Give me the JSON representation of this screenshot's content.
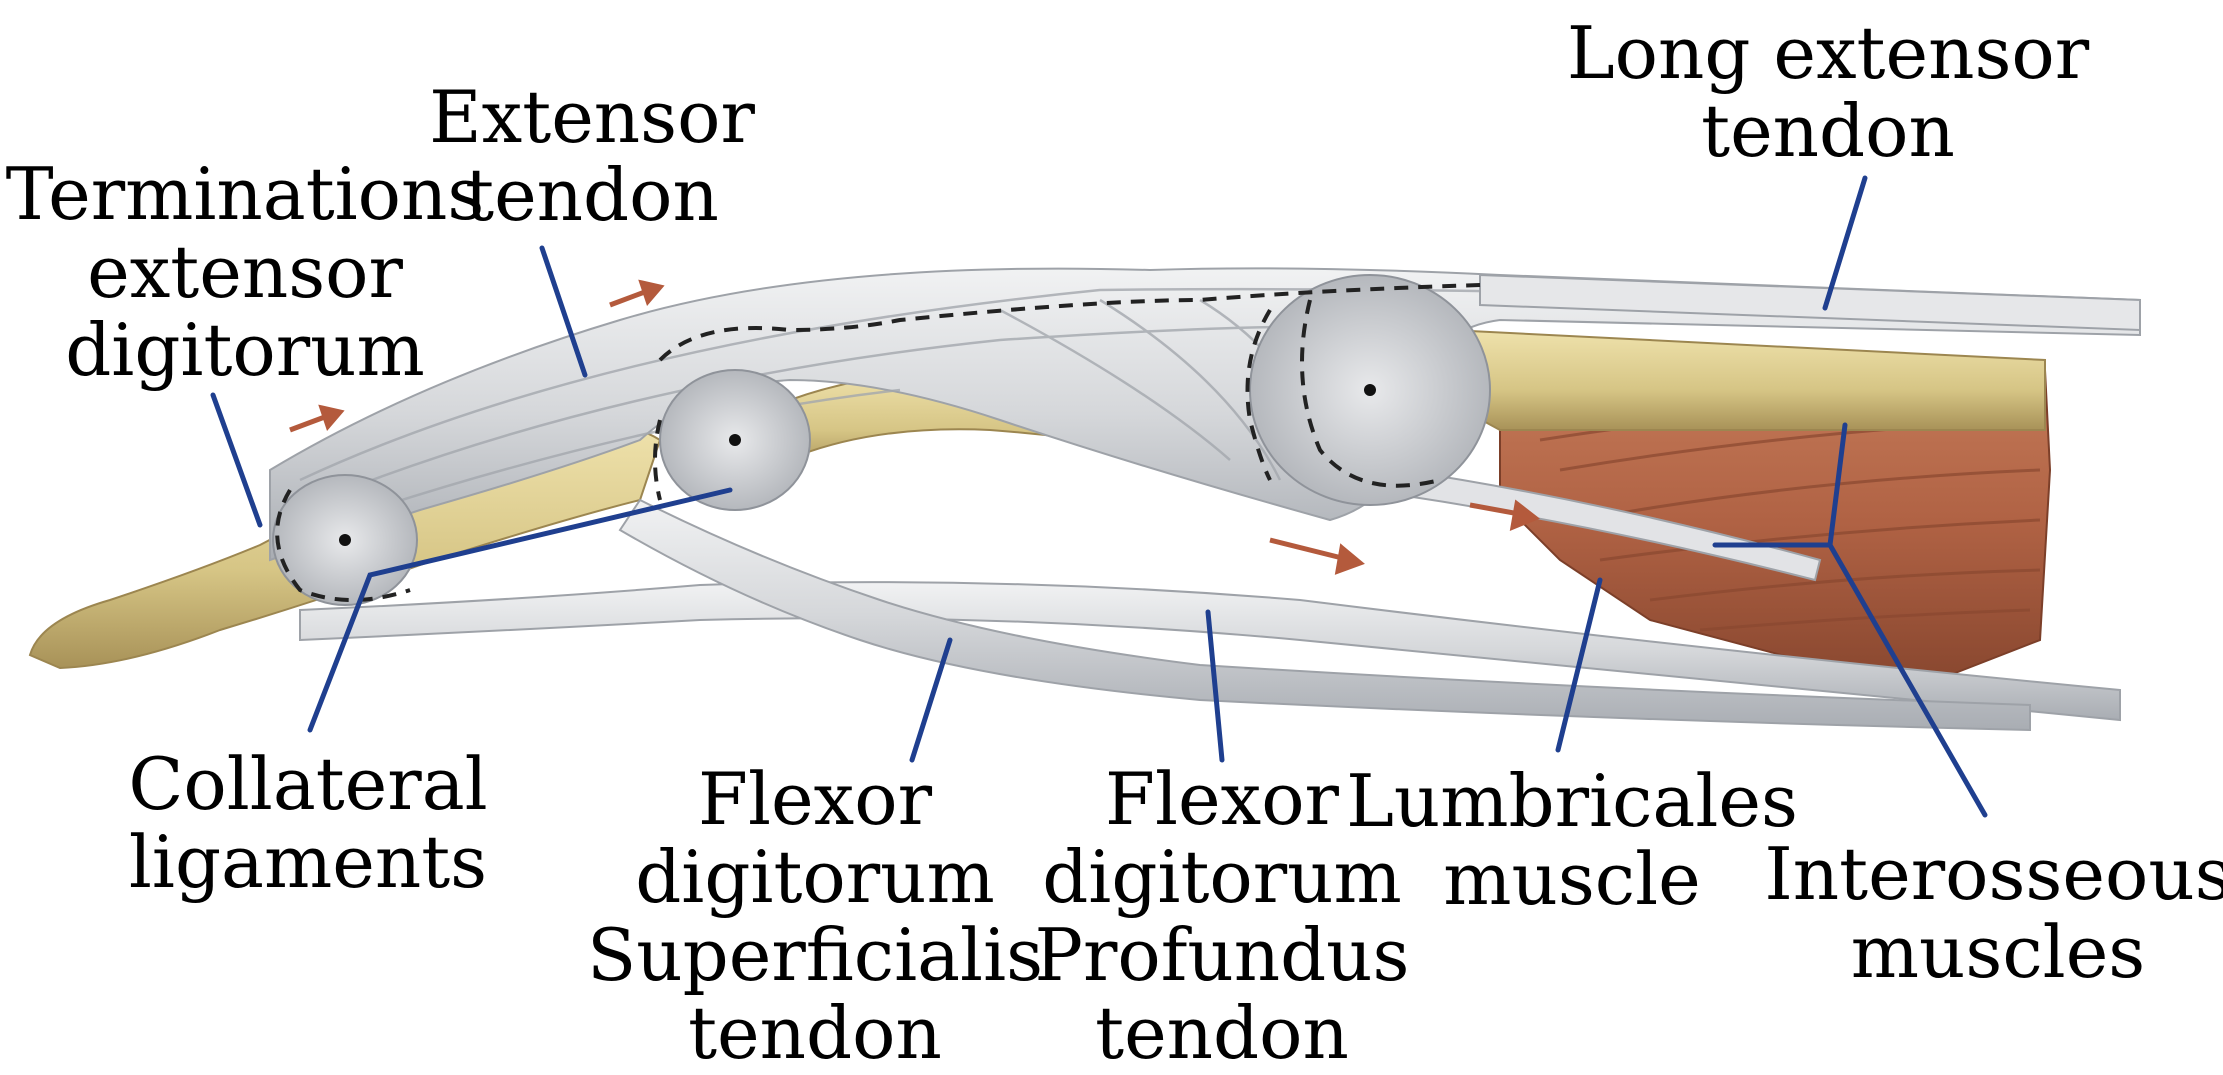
{
  "colors": {
    "leader_line": "#1f3f8f",
    "bone": "#d9c98a",
    "bone_shadow": "#a89258",
    "tendon": "#d7d9dc",
    "tendon_edge": "#9ea2a8",
    "muscle": "#b56848",
    "muscle_dark": "#8e4a31",
    "arrow": "#b45a3c"
  },
  "labels": {
    "terminations": [
      "Terminations",
      "extensor",
      "digitorum"
    ],
    "extensor_tendon": [
      "Extensor",
      "tendon"
    ],
    "long_extensor": [
      "Long extensor",
      "tendon"
    ],
    "collateral": [
      "Collateral",
      "ligaments"
    ],
    "fds": [
      "Flexor",
      "digitorum",
      "Superficialis",
      "tendon"
    ],
    "fdp": [
      "Flexor",
      "digitorum",
      "Profundus",
      "tendon"
    ],
    "lumbricales": [
      "Lumbricales",
      "muscle"
    ],
    "interosseous": [
      "Interosseous",
      "muscles"
    ]
  }
}
